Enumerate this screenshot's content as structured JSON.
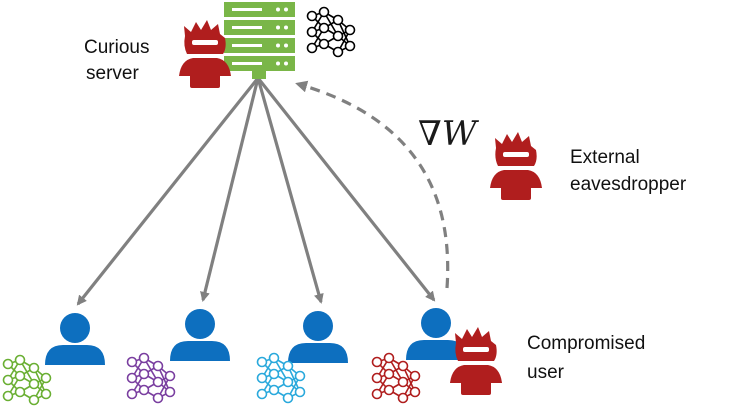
{
  "labels": {
    "server_line1": "Curious",
    "server_line2": "server",
    "eavesdropper_line1": "External",
    "eavesdropper_line2": "eavesdropper",
    "user_line1": "Compromised",
    "user_line2": "user",
    "gradient": "∇W"
  },
  "colors": {
    "server": "#7ab648",
    "arrow": "#808080",
    "user": "#0d6fbf",
    "attacker": "#b01e1e",
    "net_green": "#6aaf33",
    "net_purple": "#7a3fa0",
    "net_blue": "#2aa9dc",
    "net_red": "#b01e1e",
    "net_black": "#000000"
  },
  "icons": {
    "server": "server-rack-icon",
    "attacker": "hacker-icon",
    "user": "user-icon",
    "model": "neural-network-icon"
  }
}
